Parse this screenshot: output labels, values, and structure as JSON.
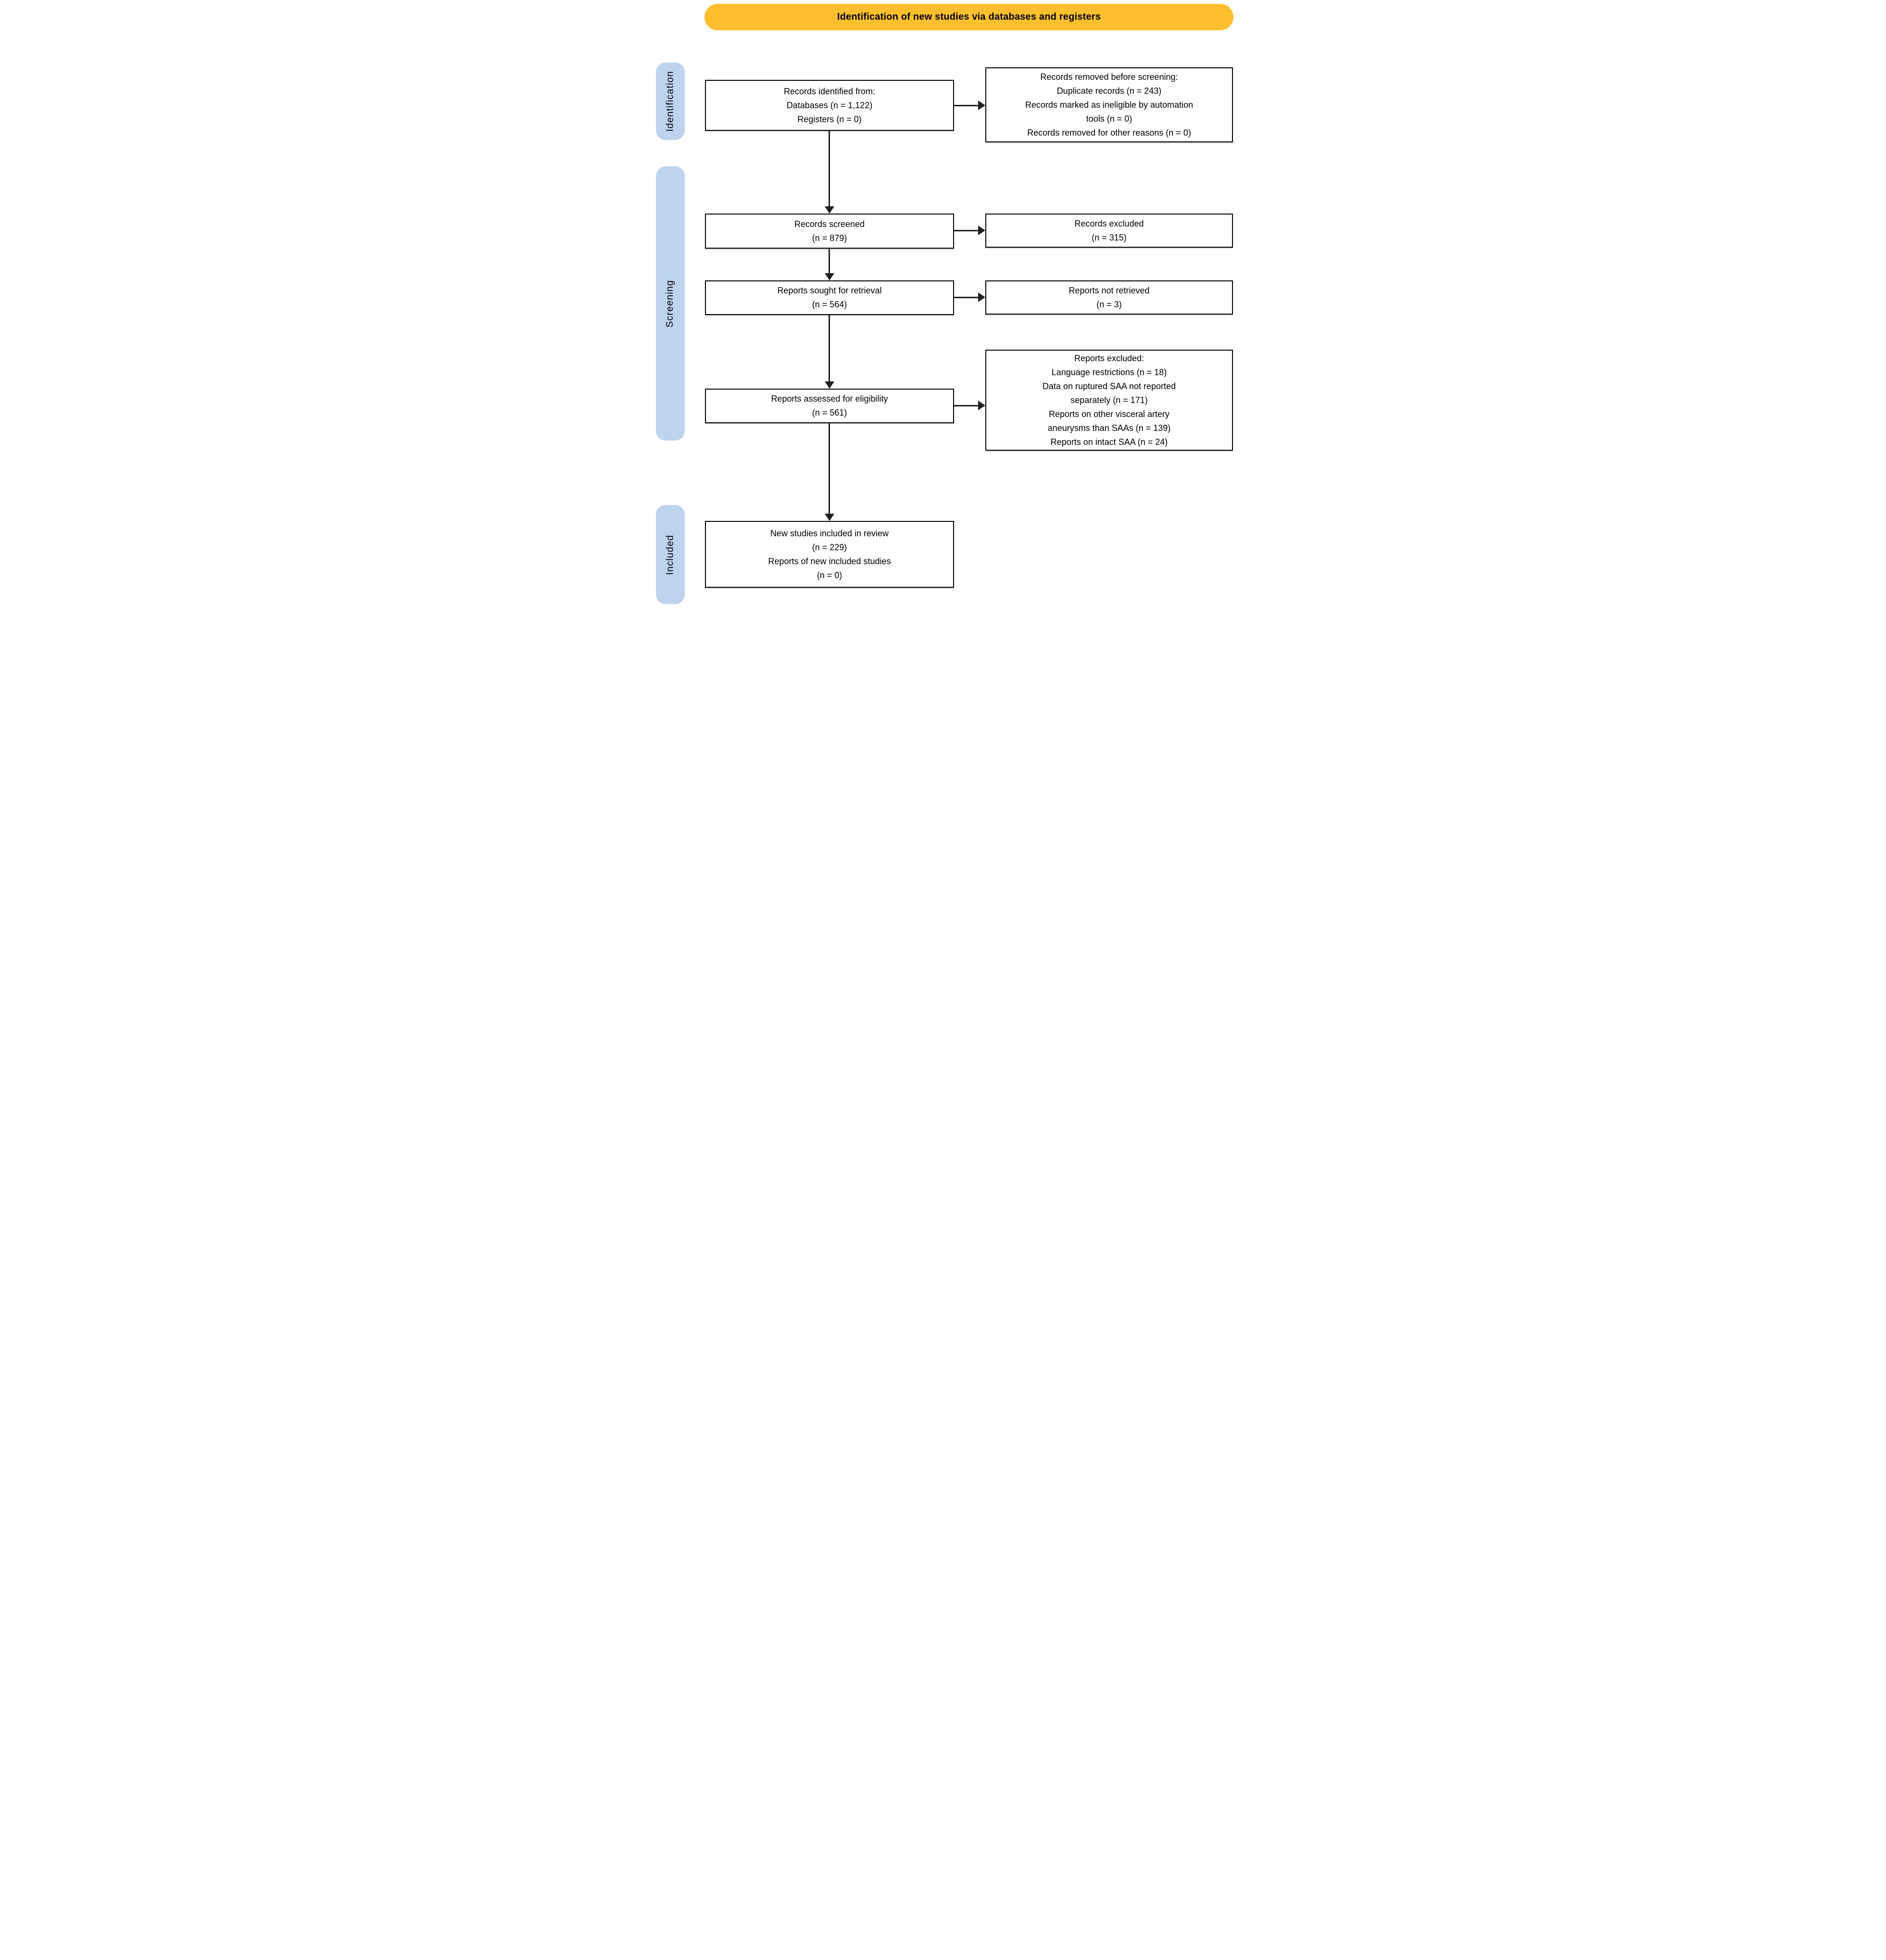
{
  "banner": {
    "label": "Identification of new studies via databases and registers",
    "bg_color": "#FDBF2D"
  },
  "stages": {
    "bg_color": "#BDD3EE",
    "items": [
      {
        "label": "Identification"
      },
      {
        "label": "Screening"
      },
      {
        "label": "Included"
      }
    ]
  },
  "boxes": {
    "main": [
      {
        "id": "records-identified",
        "lines": [
          "Records identified from:",
          "Databases (n = 1,122)",
          "Registers (n = 0)"
        ]
      },
      {
        "id": "records-screened",
        "lines": [
          "Records screened",
          "(n = 879)"
        ]
      },
      {
        "id": "reports-sought",
        "lines": [
          "Reports sought for retrieval",
          "(n = 564)"
        ]
      },
      {
        "id": "reports-assessed",
        "lines": [
          "Reports assessed for eligibility",
          "(n = 561)"
        ]
      },
      {
        "id": "new-studies-included",
        "lines": [
          "New studies included in review",
          "(n = 229)",
          "Reports of new included studies",
          "(n = 0)"
        ]
      }
    ],
    "side": [
      {
        "id": "records-removed",
        "lines": [
          "Records removed before screening:",
          "Duplicate records (n = 243)",
          "Records marked as ineligible by automation tools (n = 0)",
          "Records removed for other reasons (n = 0)"
        ]
      },
      {
        "id": "records-excluded",
        "lines": [
          "Records excluded",
          "(n = 315)"
        ]
      },
      {
        "id": "reports-not-retrieved",
        "lines": [
          "Reports not retrieved",
          "(n = 3)"
        ]
      },
      {
        "id": "reports-excluded",
        "lines": [
          "Reports excluded:",
          "Language restrictions (n = 18)",
          "Data on ruptured SAA not reported separately (n = 171)",
          "Reports on other visceral artery aneurysms than SAAs (n = 139)",
          "Reports on intact SAA (n = 24)"
        ]
      }
    ]
  },
  "arrow_color": "#1f1f1f"
}
